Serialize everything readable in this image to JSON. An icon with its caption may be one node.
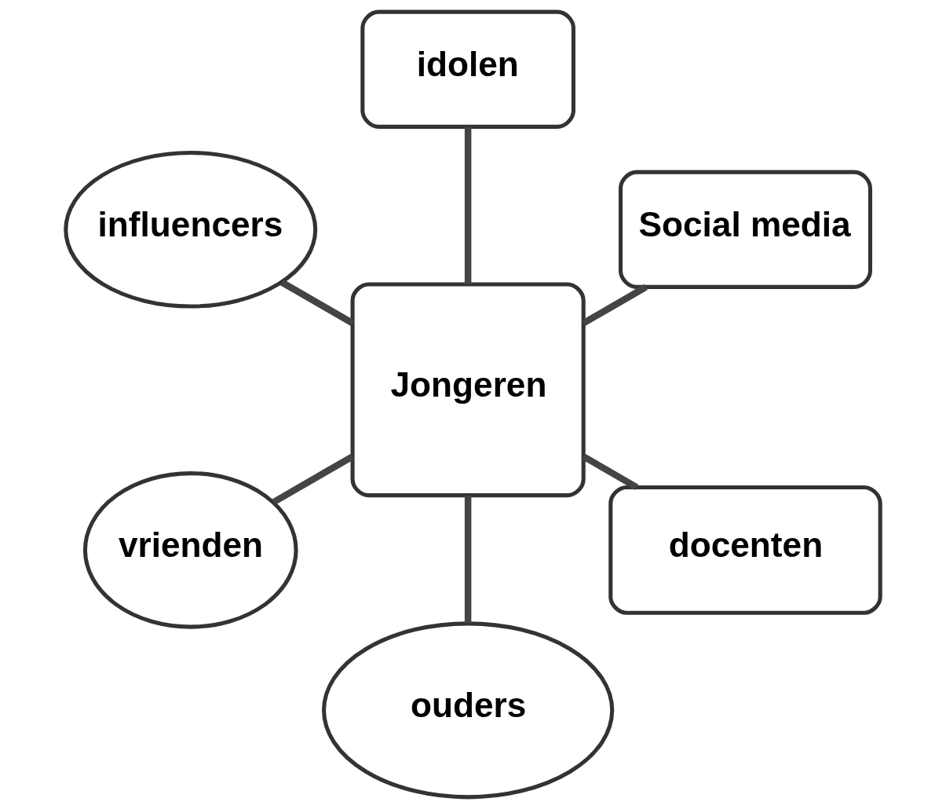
{
  "diagram": {
    "nodes": [
      {
        "text": [
          "Social media"
        ]
      },
      {
        "text": [
          "idolen"
        ]
      },
      {
        "text": [
          "influencers"
        ]
      },
      {
        "text": [
          "Jongeren"
        ]
      },
      {
        "text": [
          "vrienden"
        ]
      },
      {
        "text": [
          "ouders"
        ]
      },
      {
        "text": [
          "docenten"
        ]
      }
    ],
    "edges": [
      {
        "from": 3,
        "to": 0,
        "arrow": "none"
      },
      {
        "from": 3,
        "to": 1,
        "arrow": "none"
      },
      {
        "from": 3,
        "to": 2,
        "arrow": "none"
      },
      {
        "from": 3,
        "to": 4,
        "arrow": "none"
      },
      {
        "from": 3,
        "to": 5,
        "arrow": "none"
      },
      {
        "from": 3,
        "to": 6,
        "arrow": "none"
      }
    ]
  }
}
